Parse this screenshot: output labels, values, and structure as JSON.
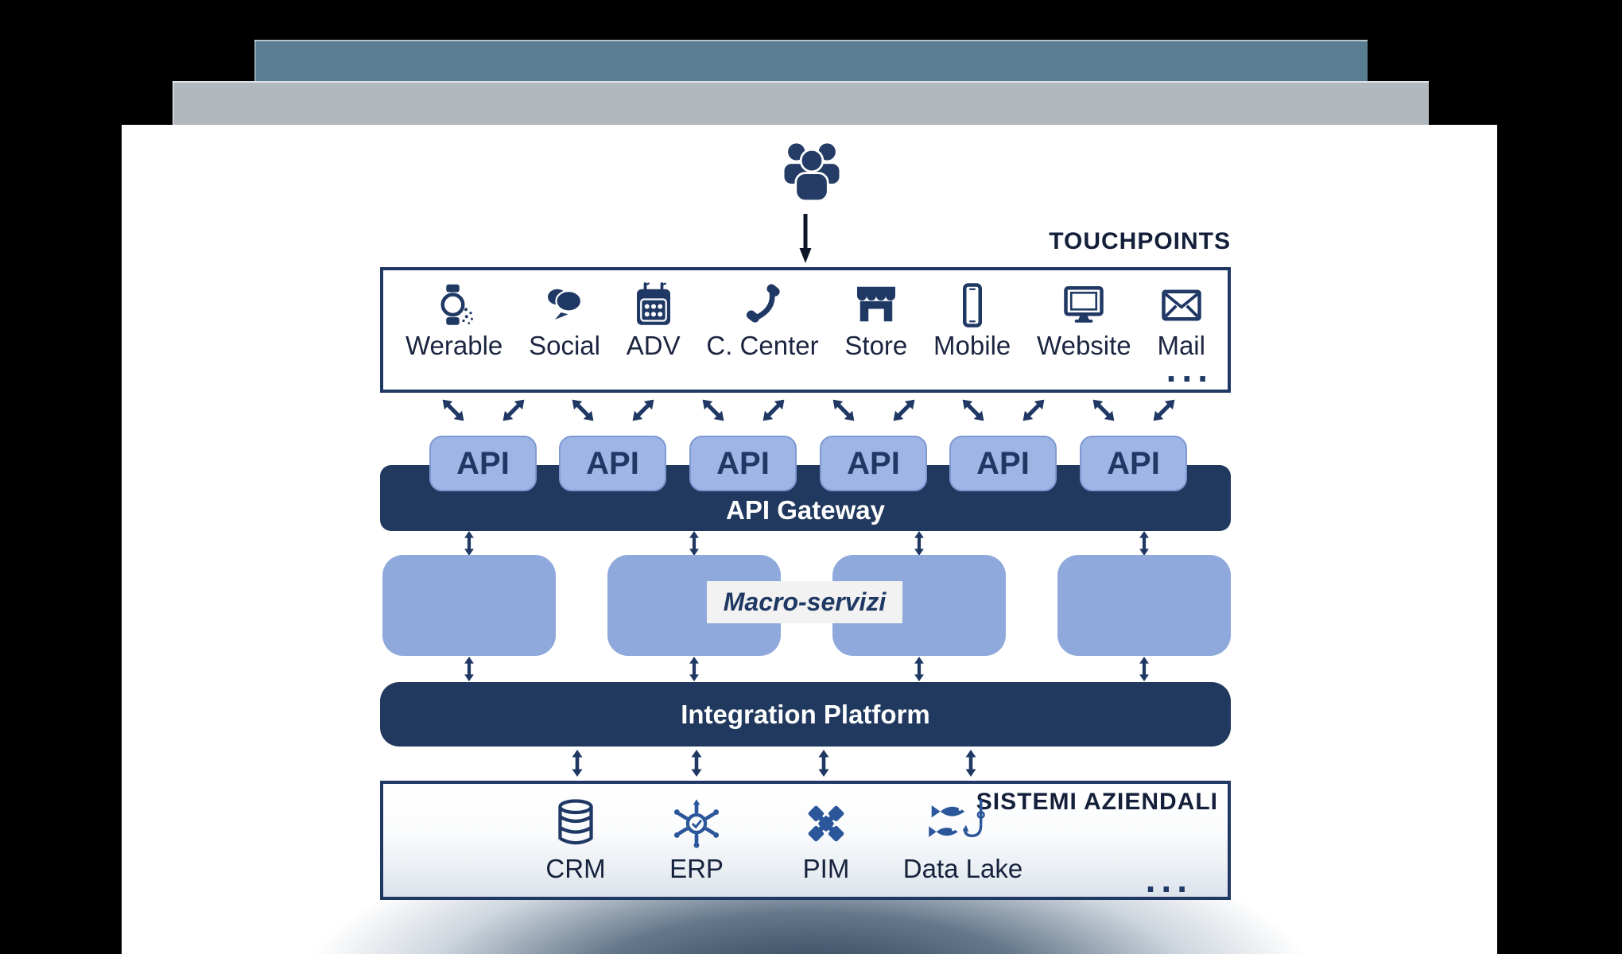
{
  "diagram": {
    "audience": {
      "icon": "people-icon"
    },
    "touchpoints": {
      "title": "TOUCHPOINTS",
      "items": [
        {
          "label": "Werable",
          "icon": "watch-icon"
        },
        {
          "label": "Social",
          "icon": "chat-icon"
        },
        {
          "label": "ADV",
          "icon": "calendar-icon"
        },
        {
          "label": "C. Center",
          "icon": "phone-icon"
        },
        {
          "label": "Store",
          "icon": "store-icon"
        },
        {
          "label": "Mobile",
          "icon": "smartphone-icon"
        },
        {
          "label": "Website",
          "icon": "monitor-icon"
        },
        {
          "label": "Mail",
          "icon": "envelope-icon"
        }
      ],
      "more": "..."
    },
    "api_layer": {
      "box_label": "API",
      "box_count": 6,
      "gateway_label": "API Gateway"
    },
    "macro_services": {
      "label": "Macro-servizi",
      "box_count": 4
    },
    "integration": {
      "label": "Integration Platform"
    },
    "systems": {
      "title": "SISTEMI AZIENDALI",
      "items": [
        {
          "label": "CRM",
          "icon": "database-icon"
        },
        {
          "label": "ERP",
          "icon": "hub-icon"
        },
        {
          "label": "PIM",
          "icon": "puzzle-icon"
        },
        {
          "label": "Data Lake",
          "icon": "fish-hook-icon"
        }
      ],
      "more": "..."
    },
    "colors": {
      "navy": "#1f3864",
      "bar_navy": "#21395e",
      "api_fill": "#9fb5e6",
      "macro_fill": "#8fa9dc",
      "accent_blue": "#2b579a",
      "label_dark": "#141f3a",
      "slate_bar": "#5b7d92",
      "gray_bar": "#b1b8be",
      "macro_label_bg": "#f2f2f2"
    }
  }
}
